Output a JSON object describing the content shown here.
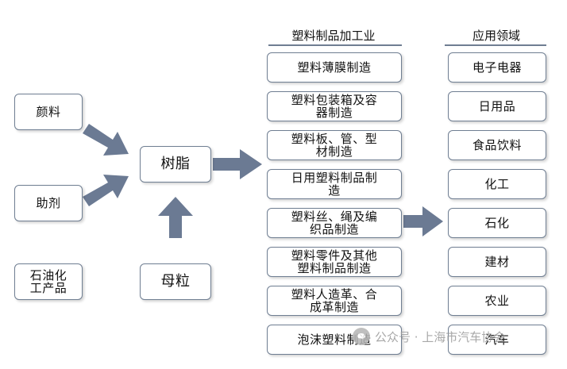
{
  "headers": {
    "industry": "塑料制品加工业",
    "application": "应用领域"
  },
  "inputs": {
    "pigment": "颜料",
    "additive": "助剂",
    "petrochemical_line1": "石油化",
    "petrochemical_line2": "工产品"
  },
  "center": {
    "resin": "树脂",
    "masterbatch": "母粒"
  },
  "industry_items": [
    [
      "塑料薄膜制造"
    ],
    [
      "塑料包装箱及容",
      "器制造"
    ],
    [
      "塑料板、管、型",
      "材制造"
    ],
    [
      "日用塑料制品制",
      "造"
    ],
    [
      "塑料丝、绳及编",
      "织品制造"
    ],
    [
      "塑料零件及其他",
      "塑料制品制造"
    ],
    [
      "塑料人造革、合",
      "成革制造"
    ],
    [
      "泡沫塑料制造"
    ]
  ],
  "application_items": [
    "电子电器",
    "日用品",
    "食品饮料",
    "化工",
    "石化",
    "建材",
    "农业",
    "汽车"
  ],
  "watermark": "公众号 · 上海市汽车协会",
  "colors": {
    "arrow": "#6b7a93",
    "border": "#6f7e92"
  }
}
